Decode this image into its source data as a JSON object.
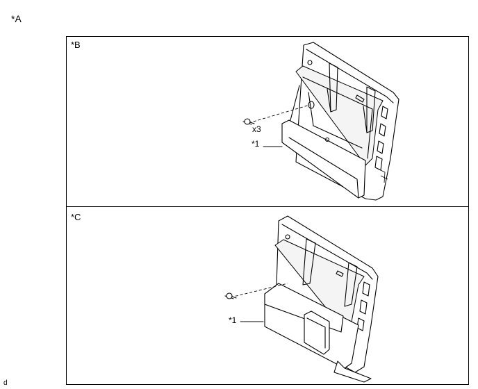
{
  "figure_label": "*A",
  "panels": [
    {
      "label": "*B",
      "part_label": "*1",
      "quantity": "x3"
    },
    {
      "label": "*C",
      "part_label": "*1"
    }
  ],
  "corner_mark": "d"
}
